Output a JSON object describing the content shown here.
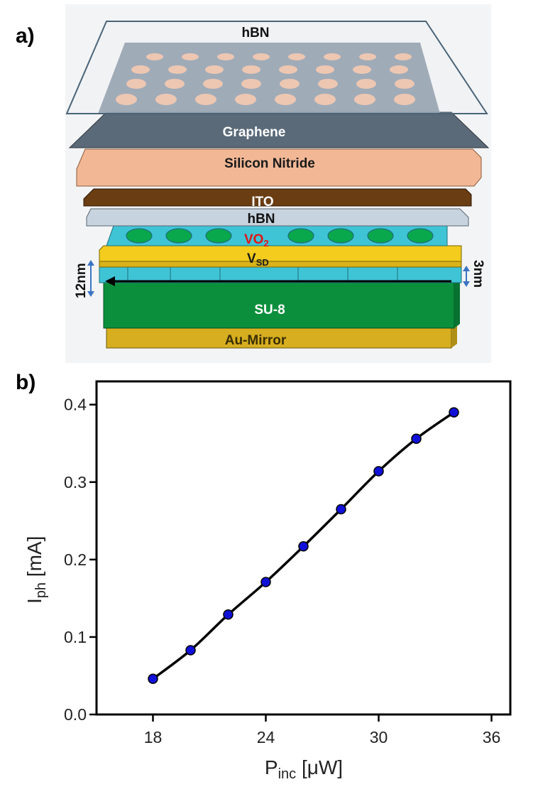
{
  "panels": {
    "a_label": "a)",
    "b_label": "b)"
  },
  "schematic": {
    "hbn_top": "hBN",
    "graphene": "Graphene",
    "silicon_nitride": "Silicon Nitride",
    "ito": "ITO",
    "hbn_mid": "hBN",
    "vo2": "VO",
    "vo2_sub": "2",
    "vsd": "V",
    "vsd_sub": "SD",
    "su8": "SU-8",
    "au_mirror": "Au-Mirror",
    "thickness_left": "12nm",
    "thickness_right": "3nm"
  },
  "colors": {
    "hbn": "#c7d3de",
    "graphene": "#5b6a78",
    "silicon_nitride": "#f2b896",
    "ito": "#6a3d12",
    "vo2": "#3fc4d6",
    "vo2_holes": "#0aa84c",
    "gold": "#f3cc1e",
    "su8": "#0b8f3c",
    "au_mirror": "#d6ae1f",
    "vo2_text": "#e01515",
    "marker": "#1010d8"
  },
  "chart_data": {
    "type": "line",
    "x": [
      18,
      20,
      22,
      24,
      26,
      28,
      30,
      32,
      34
    ],
    "y": [
      0.046,
      0.083,
      0.129,
      0.171,
      0.217,
      0.265,
      0.314,
      0.356,
      0.39
    ],
    "xlim": [
      15,
      37
    ],
    "ylim": [
      0,
      0.43
    ],
    "xticks": [
      "18",
      "24",
      "30",
      "36"
    ],
    "xtick_values": [
      18,
      24,
      30,
      36
    ],
    "yticks": [
      "0.0",
      "0.1",
      "0.2",
      "0.3",
      "0.4"
    ],
    "ytick_values": [
      0,
      0.1,
      0.2,
      0.3,
      0.4
    ],
    "xlabel": "P",
    "xlabel_sub": "inc",
    "xlabel_unit": " [μW]",
    "ylabel": "I",
    "ylabel_sub": "ph",
    "ylabel_unit": " [mA]",
    "markers": "filled circles",
    "grid": false
  }
}
